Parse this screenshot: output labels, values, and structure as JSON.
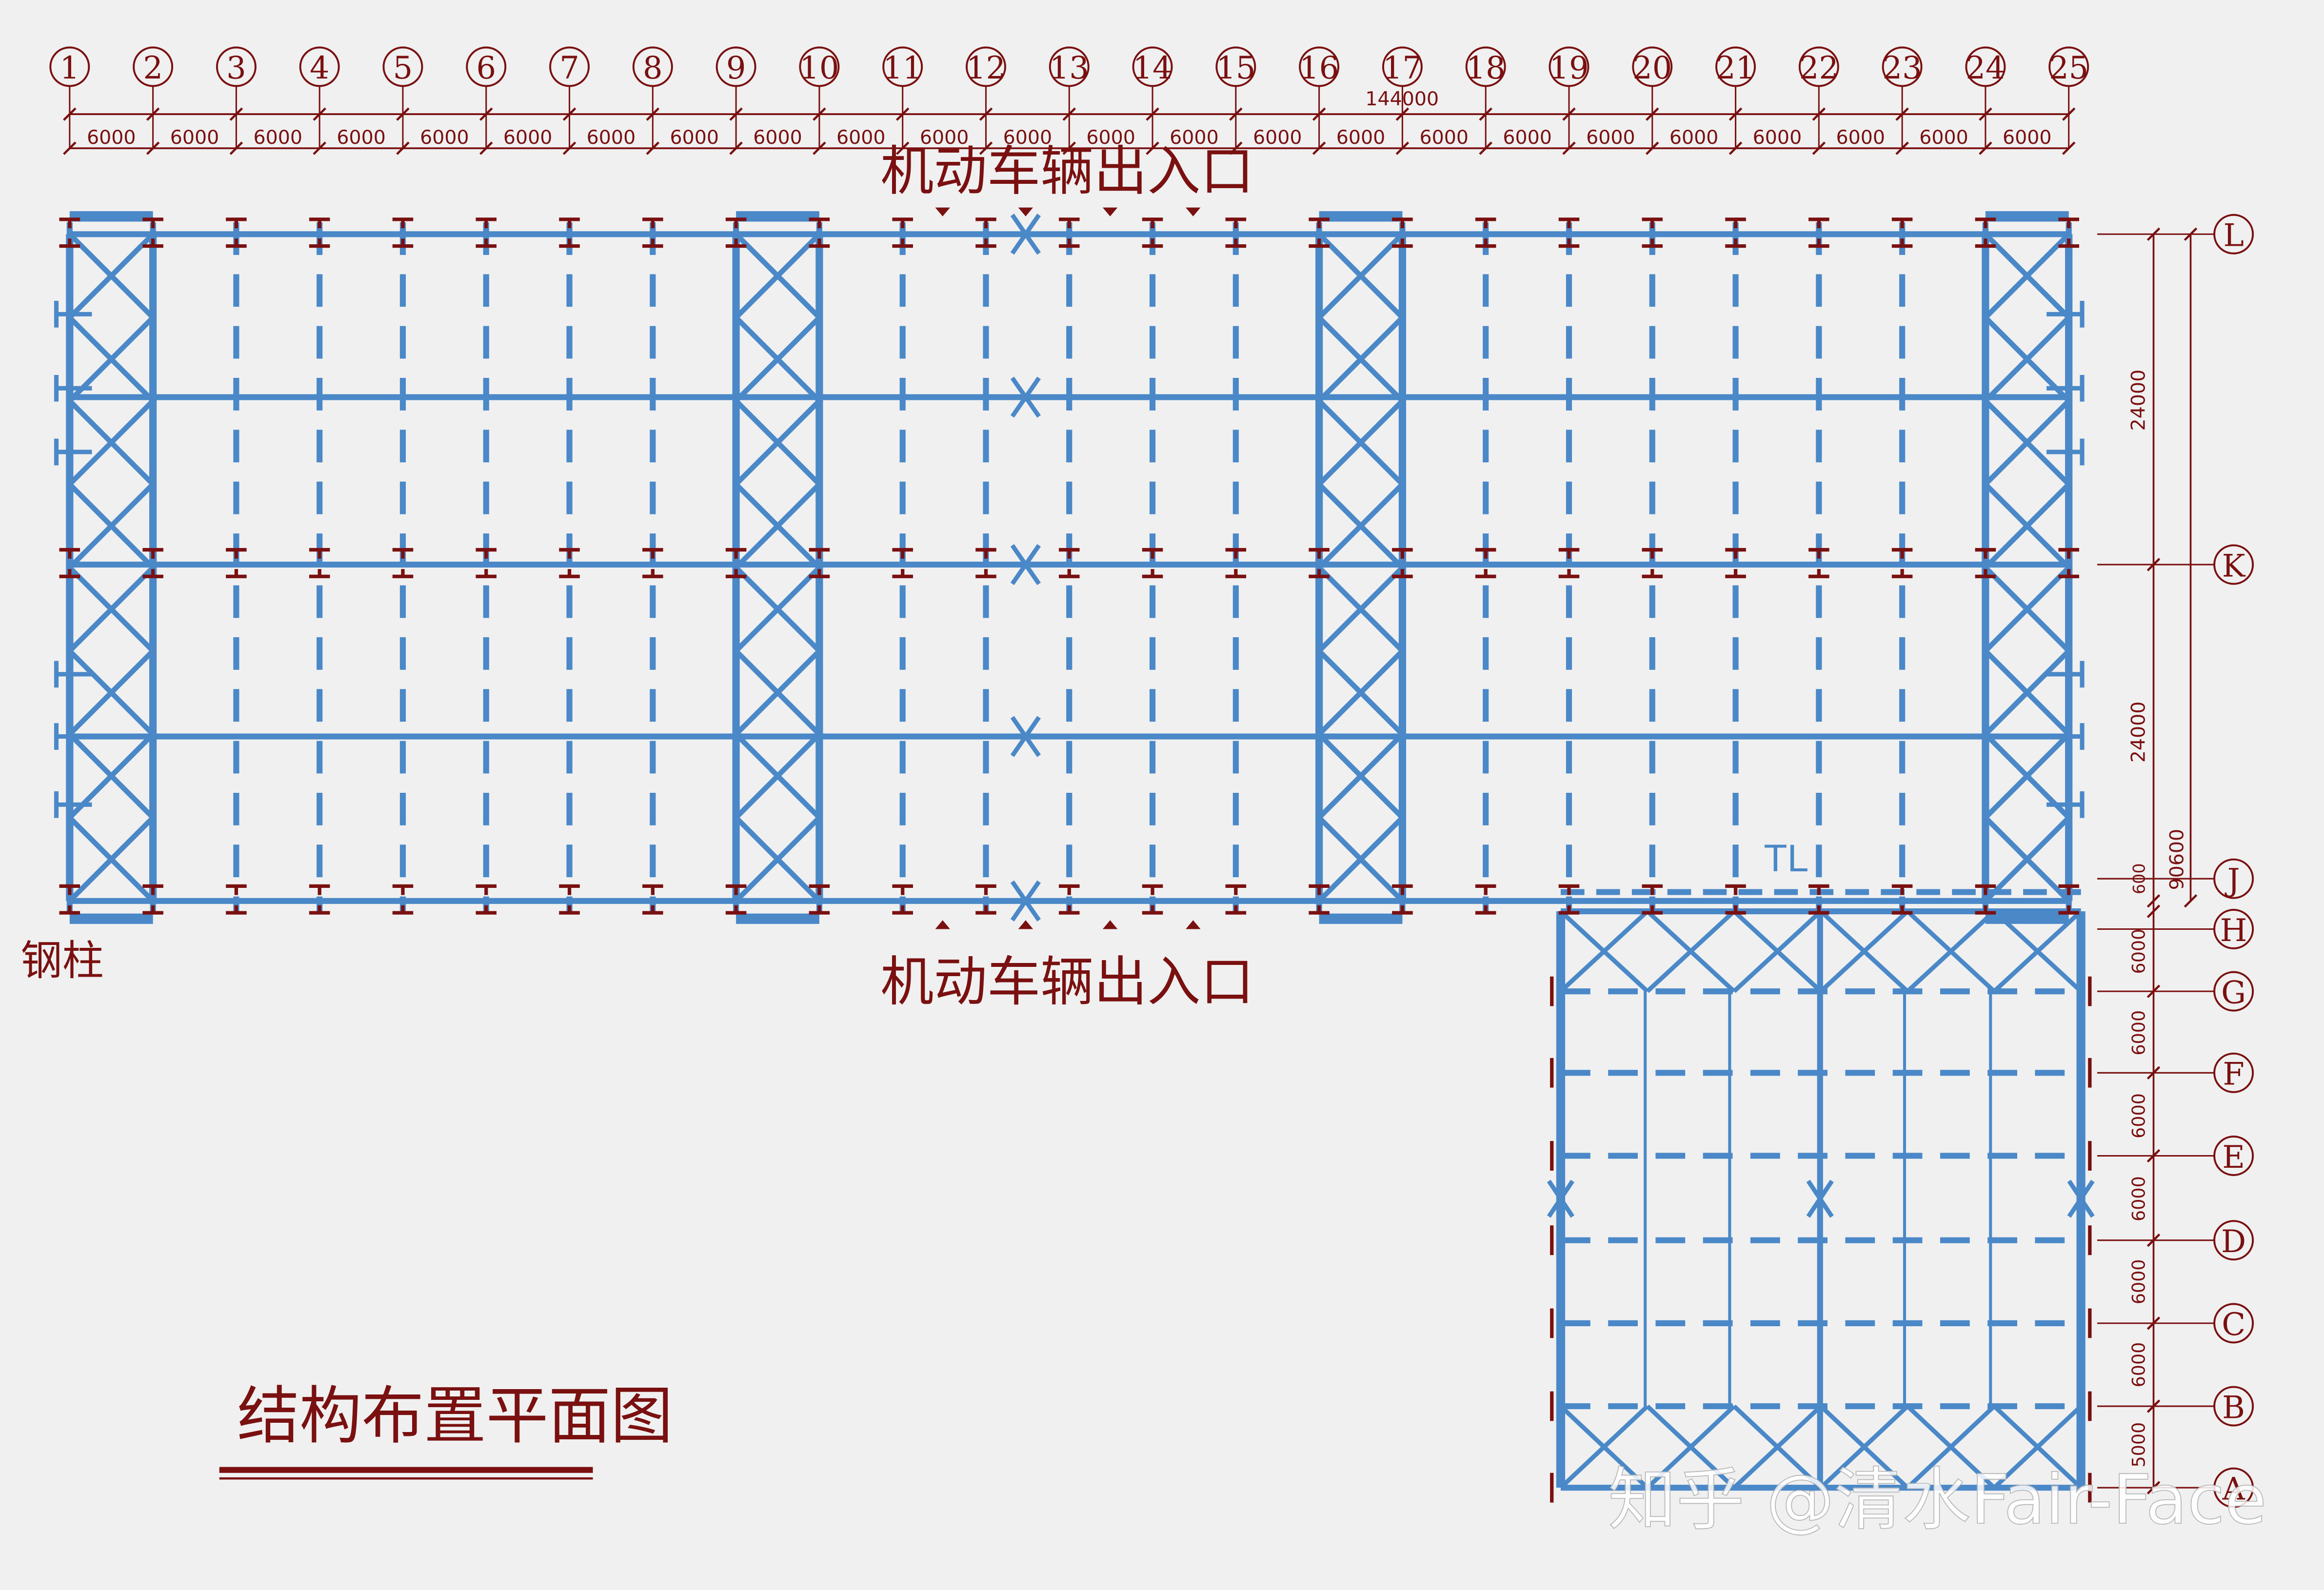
{
  "drawing": {
    "title": "结构布置平面图",
    "watermark": "知乎 @清水Fair-Face",
    "colors": {
      "structure": "#4a88c8",
      "annotation": "#7a1010",
      "background": "#f0f0f0"
    }
  },
  "axes": {
    "numbered": [
      "1",
      "2",
      "3",
      "4",
      "5",
      "6",
      "7",
      "8",
      "9",
      "10",
      "11",
      "12",
      "13",
      "14",
      "15",
      "16",
      "17",
      "18",
      "19",
      "20",
      "21",
      "22",
      "23",
      "24",
      "25"
    ],
    "lettered": [
      "L",
      "K",
      "J",
      "H",
      "G",
      "F",
      "E",
      "D",
      "C",
      "B",
      "A"
    ]
  },
  "dimensions": {
    "total_width": "144000",
    "bay_widths": [
      "6000",
      "6000",
      "6000",
      "6000",
      "6000",
      "6000",
      "6000",
      "6000",
      "6000",
      "6000",
      "6000",
      "6000",
      "6000",
      "6000",
      "6000",
      "6000",
      "6000",
      "6000",
      "6000",
      "6000",
      "6000",
      "6000",
      "6000",
      "6000"
    ],
    "span_LK": "24000",
    "span_KJ": "24000",
    "span_JH": "600",
    "total_vertical": "90600",
    "annex_bays": [
      "6000",
      "6000",
      "6000",
      "6000",
      "6000",
      "6000",
      "5000"
    ]
  },
  "labels": {
    "entrance_top": "机动车辆出入口",
    "entrance_bottom": "机动车辆出入口",
    "steel_column": "钢柱",
    "tie_beam": "TL"
  }
}
